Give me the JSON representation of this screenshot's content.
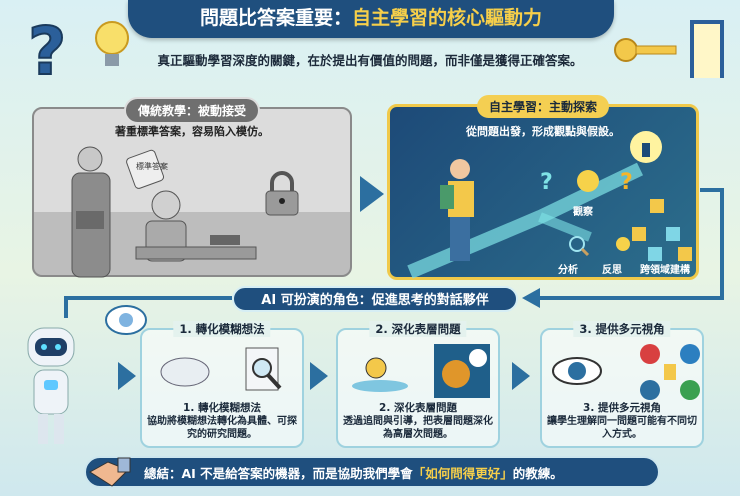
{
  "header": {
    "title_main": "問題比答案重要：",
    "title_highlight": "自主學習的核心驅動力",
    "subtitle": "真正驅動學習深度的關鍵，在於提出有價值的問題，而非僅是獲得正確答案。"
  },
  "traditional": {
    "label": "傳統教學：被動接受",
    "text": "著重標準答案，容易陷入模仿。",
    "bucket_text": "標準答案"
  },
  "autonomous": {
    "label": "自主學習：主動探索",
    "text": "從問題出發，形成觀點與假設。",
    "steps": [
      "觀察",
      "分析",
      "反思",
      "跨領域建構"
    ]
  },
  "ai_role": {
    "title": "AI 可扮演的角色：促進思考的對話夥伴",
    "cards": [
      {
        "title": "1. 轉化模糊想法",
        "heading": "1. 轉化模糊想法",
        "body": "協助將模糊想法轉化為具體、可探究的研究問題。"
      },
      {
        "title": "2. 深化表層問題",
        "heading": "2. 深化表層問題",
        "body": "透過追問與引導，把表層問題深化為高層次問題。"
      },
      {
        "title": "3. 提供多元視角",
        "heading": "3. 提供多元視角",
        "body": "讓學生理解同一問題可能有不同切入方式。"
      }
    ]
  },
  "summary": {
    "prefix": "總結：AI 不是給答案的機器，而是協助我們學會",
    "highlight": "「如何問得更好」",
    "suffix": "的教練。"
  },
  "colors": {
    "navy": "#1f4f7e",
    "gold": "#f6cf4a",
    "accent_blue": "#2c6fa0"
  }
}
